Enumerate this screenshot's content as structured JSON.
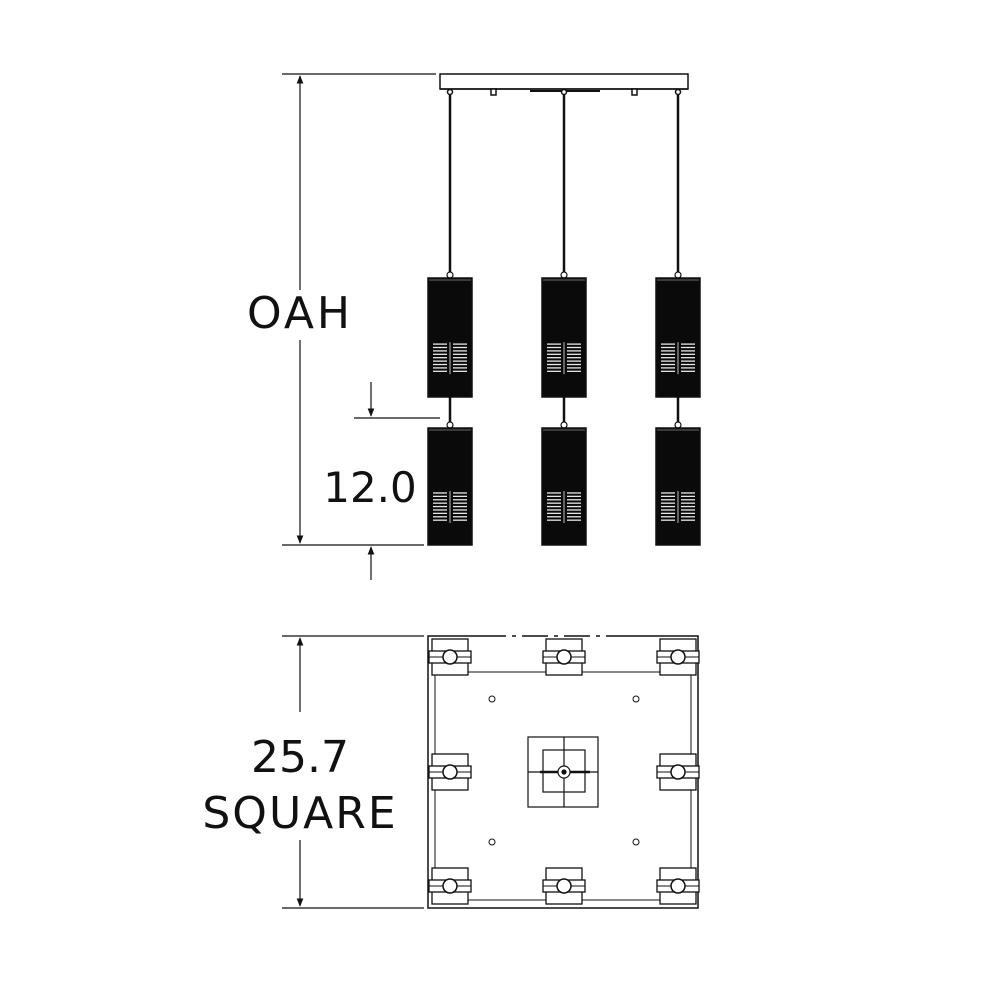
{
  "dimensions": {
    "overall_height_label": "OAH",
    "spacing_label": "12.0",
    "width_value": "25.7",
    "width_note": "SQUARE"
  },
  "colors": {
    "line": "#111111",
    "fill_dark": "#0a0a0a",
    "background": "#ffffff"
  }
}
